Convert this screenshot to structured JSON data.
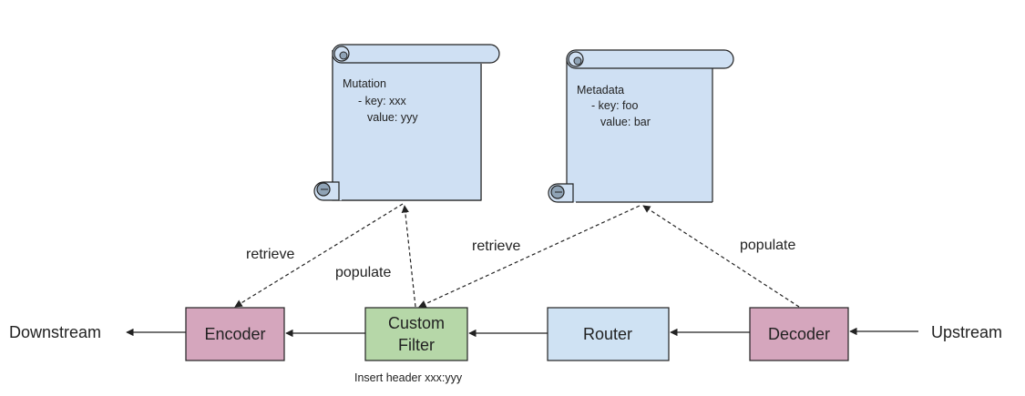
{
  "colors": {
    "scroll_fill": "#cfe0f3",
    "scroll_curl": "#8fa3b6",
    "encoder_fill": "#d5a6bd",
    "decoder_fill": "#d5a6bd",
    "filter_fill": "#b6d7a8",
    "router_fill": "#cfe2f3",
    "stroke": "#222222"
  },
  "scrolls": {
    "mutation": {
      "title": "Mutation",
      "line1": "- key: xxx",
      "line2": "value: yyy"
    },
    "metadata": {
      "title": "Metadata",
      "line1": "- key: foo",
      "line2": "value: bar"
    }
  },
  "nodes": {
    "encoder": "Encoder",
    "custom_filter": {
      "line1": "Custom",
      "line2": "Filter"
    },
    "router": "Router",
    "decoder": "Decoder"
  },
  "endpoints": {
    "downstream": "Downstream",
    "upstream": "Upstream"
  },
  "edges": {
    "retrieve_mutation": "retrieve",
    "populate_mutation": "populate",
    "retrieve_metadata": "retrieve",
    "populate_metadata": "populate"
  },
  "notes": {
    "filter_note": "Insert  header xxx:yyy"
  }
}
